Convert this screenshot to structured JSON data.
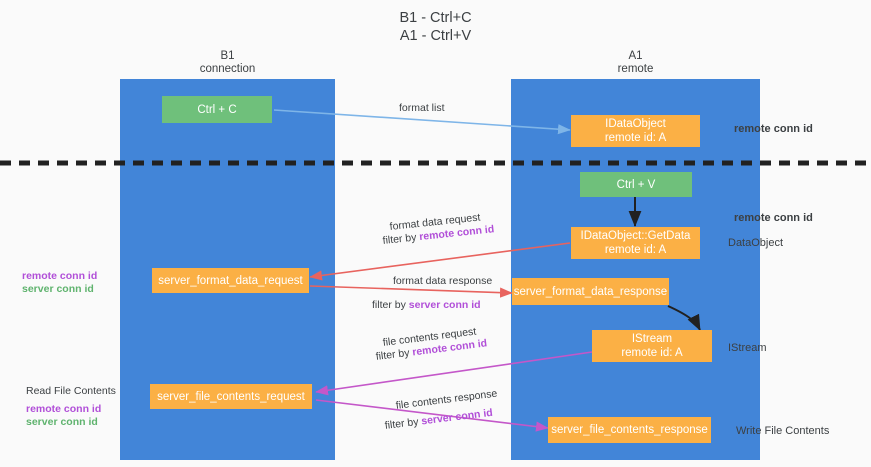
{
  "title": {
    "line1": "B1 - Ctrl+C",
    "line2": "A1 - Ctrl+V"
  },
  "lanes": [
    {
      "id": "b1",
      "name": "B1",
      "role": "connection"
    },
    {
      "id": "a1",
      "name": "A1",
      "role": "remote"
    }
  ],
  "colors": {
    "lane": "#4285d8",
    "green_node": "#6fc07b",
    "orange_node": "#fbb045",
    "blue_arrow": "#7eb5e8",
    "red_arrow": "#e8635e",
    "magenta_arrow": "#c council",
    "purple_text": "#b14fd8",
    "green_text": "#5fb36e",
    "divider": "#212121",
    "background": "#fafafa"
  },
  "nodes": [
    {
      "id": "ctrl-c",
      "kind": "green",
      "line1": "Ctrl + C",
      "line2": ""
    },
    {
      "id": "idataobject",
      "kind": "orange",
      "line1": "IDataObject",
      "line2": "remote id: A"
    },
    {
      "id": "ctrl-v",
      "kind": "green",
      "line1": "Ctrl + V",
      "line2": ""
    },
    {
      "id": "getdata",
      "kind": "orange",
      "line1": "IDataObject::GetData",
      "line2": "remote id: A"
    },
    {
      "id": "fmt-request",
      "kind": "orange",
      "line1": "server_format_data_request",
      "line2": ""
    },
    {
      "id": "fmt-response",
      "kind": "orange",
      "line1": "server_format_data_response",
      "line2": ""
    },
    {
      "id": "istream",
      "kind": "orange",
      "line1": "IStream",
      "line2": "remote id: A"
    },
    {
      "id": "file-request",
      "kind": "orange",
      "line1": "server_file_contents_request",
      "line2": ""
    },
    {
      "id": "file-response",
      "kind": "orange",
      "line1": "server_file_contents_response",
      "line2": ""
    }
  ],
  "edge_labels": {
    "format_list": "format list",
    "format_data_request": "format data request",
    "format_data_request_filter_prefix": "filter by ",
    "format_data_request_filter_key": "remote conn id",
    "format_data_response": "format data response",
    "format_data_response_filter_prefix": "filter by ",
    "format_data_response_filter_key": "server conn id",
    "file_contents_request": "file contents request",
    "file_contents_request_filter_prefix": "filter by ",
    "file_contents_request_filter_key": "remote conn id",
    "file_contents_response": "file contents response",
    "file_contents_response_filter_prefix": "filter by ",
    "file_contents_response_filter_key": "server conn id"
  },
  "right_labels": {
    "remote_conn_id_top": "remote conn id",
    "remote_conn_id_mid": "remote conn id",
    "dataobject": "DataObject",
    "istream": "IStream",
    "write_file_contents": "Write File Contents"
  },
  "left_labels": {
    "remote_conn_id": "remote conn id",
    "server_conn_id": "server conn id",
    "read_file_contents": "Read File Contents",
    "remote_conn_id_2": "remote conn id",
    "server_conn_id_2": "server conn id"
  }
}
